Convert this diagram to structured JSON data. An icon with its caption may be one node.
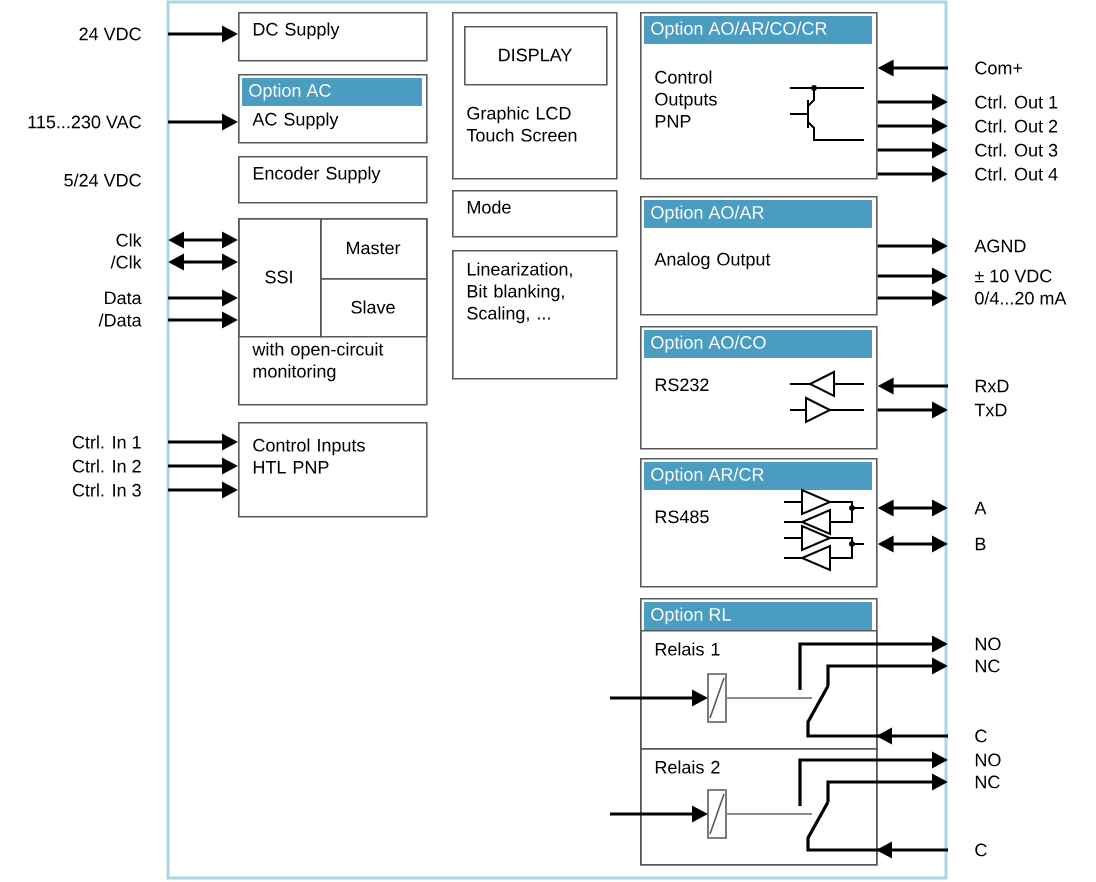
{
  "diagram": {
    "nodes": [
      {
        "text": [
          "DC Supply"
        ]
      },
      {
        "text": [
          "Option AC",
          "AC Supply"
        ]
      },
      {
        "text": [
          "Encoder Supply"
        ]
      },
      {
        "text": [
          "with open-circuit monitoring"
        ]
      },
      {
        "text": [
          "SSI"
        ],
        "in": 3
      },
      {
        "text": [
          "Master"
        ],
        "in": 3
      },
      {
        "text": [
          "Slave"
        ],
        "in": 3
      },
      {
        "text": [
          "Control Inputs HTL PNP"
        ]
      },
      {
        "text": [
          "Graphic LCD Touch Screen"
        ]
      },
      {
        "text": [
          "DISPLAY"
        ],
        "in": 8
      },
      {
        "text": [
          "Mode"
        ]
      },
      {
        "text": [
          "Linearization, Bit blanking, Scaling, ..."
        ]
      },
      {
        "text": [
          "Option AO/AR/CO/CR",
          "Control Outputs PNP"
        ]
      },
      {
        "text": [
          "Option AO/AR",
          "Analog Output"
        ]
      },
      {
        "text": [
          "Option AO/CO",
          "RS232"
        ]
      },
      {
        "text": [
          "Option AR/CR",
          "RS485"
        ]
      },
      {
        "text": [
          "Option RL"
        ]
      },
      {
        "text": [
          "Relais 1"
        ],
        "in": 16
      },
      {
        "text": [
          "Relais 2"
        ],
        "in": 16
      },
      {
        "text": [
          "24 VDC"
        ]
      },
      {
        "text": [
          "115...230 VAC"
        ]
      },
      {
        "text": [
          "Clk"
        ]
      },
      {
        "text": [
          "/Clk"
        ]
      },
      {
        "text": [
          "Data"
        ]
      },
      {
        "text": [
          "/Data"
        ]
      },
      {
        "text": [
          "Ctrl. In 1"
        ]
      },
      {
        "text": [
          "Ctrl. In 2"
        ]
      },
      {
        "text": [
          "Ctrl. In 3"
        ]
      },
      {
        "text": [
          "Com+"
        ]
      },
      {
        "text": [
          "Ctrl. Out 1"
        ]
      },
      {
        "text": [
          "Ctrl. Out 2"
        ]
      },
      {
        "text": [
          "Ctrl. Out 3"
        ]
      },
      {
        "text": [
          "Ctrl. Out 4"
        ]
      },
      {
        "text": [
          "AGND"
        ]
      },
      {
        "text": [
          "± 10 VDC"
        ]
      },
      {
        "text": [
          "0/4...20 mA"
        ]
      },
      {
        "text": [
          "RxD"
        ]
      },
      {
        "text": [
          "TxD"
        ]
      },
      {
        "text": [
          "A"
        ]
      },
      {
        "text": [
          "B"
        ]
      },
      {
        "text": [
          "NO"
        ]
      },
      {
        "text": [
          "NC"
        ]
      },
      {
        "text": [
          "C"
        ]
      },
      {
        "text": [
          "NO"
        ]
      },
      {
        "text": [
          "NC"
        ]
      },
      {
        "text": [
          "C"
        ]
      }
    ],
    "edges": [
      {
        "from": 19,
        "to": 0,
        "arrow": "to"
      },
      {
        "from": 20,
        "to": 1,
        "arrow": "to"
      },
      {
        "from": 21,
        "to": 4,
        "arrow": "both"
      },
      {
        "from": 22,
        "to": 4,
        "arrow": "both"
      },
      {
        "from": 23,
        "to": 4,
        "arrow": "to"
      },
      {
        "from": 24,
        "to": 4,
        "arrow": "to"
      },
      {
        "from": 25,
        "to": 7,
        "arrow": "to"
      },
      {
        "from": 26,
        "to": 7,
        "arrow": "to"
      },
      {
        "from": 27,
        "to": 7,
        "arrow": "to"
      },
      {
        "from": 28,
        "to": 12,
        "arrow": "to"
      },
      {
        "from": 12,
        "to": 29,
        "arrow": "to"
      },
      {
        "from": 12,
        "to": 30,
        "arrow": "to"
      },
      {
        "from": 12,
        "to": 31,
        "arrow": "to"
      },
      {
        "from": 12,
        "to": 32,
        "arrow": "to"
      },
      {
        "from": 13,
        "to": 33,
        "arrow": "to"
      },
      {
        "from": 13,
        "to": 34,
        "arrow": "to"
      },
      {
        "from": 13,
        "to": 35,
        "arrow": "to"
      },
      {
        "from": 36,
        "to": 14,
        "arrow": "to"
      },
      {
        "from": 14,
        "to": 37,
        "arrow": "to"
      },
      {
        "from": 15,
        "to": 38,
        "arrow": "both"
      },
      {
        "from": 15,
        "to": 39,
        "arrow": "both"
      },
      {
        "from": null,
        "to": 17,
        "arrow": "to"
      },
      {
        "from": 17,
        "to": 40,
        "arrow": "to"
      },
      {
        "from": 17,
        "to": 41,
        "arrow": "to"
      },
      {
        "from": 42,
        "to": 17,
        "arrow": "to"
      },
      {
        "from": null,
        "to": 18,
        "arrow": "to"
      },
      {
        "from": 18,
        "to": 43,
        "arrow": "to"
      },
      {
        "from": 18,
        "to": 44,
        "arrow": "to"
      },
      {
        "from": 45,
        "to": 18,
        "arrow": "to"
      }
    ],
    "labels": [
      "5/24 VDC"
    ]
  }
}
